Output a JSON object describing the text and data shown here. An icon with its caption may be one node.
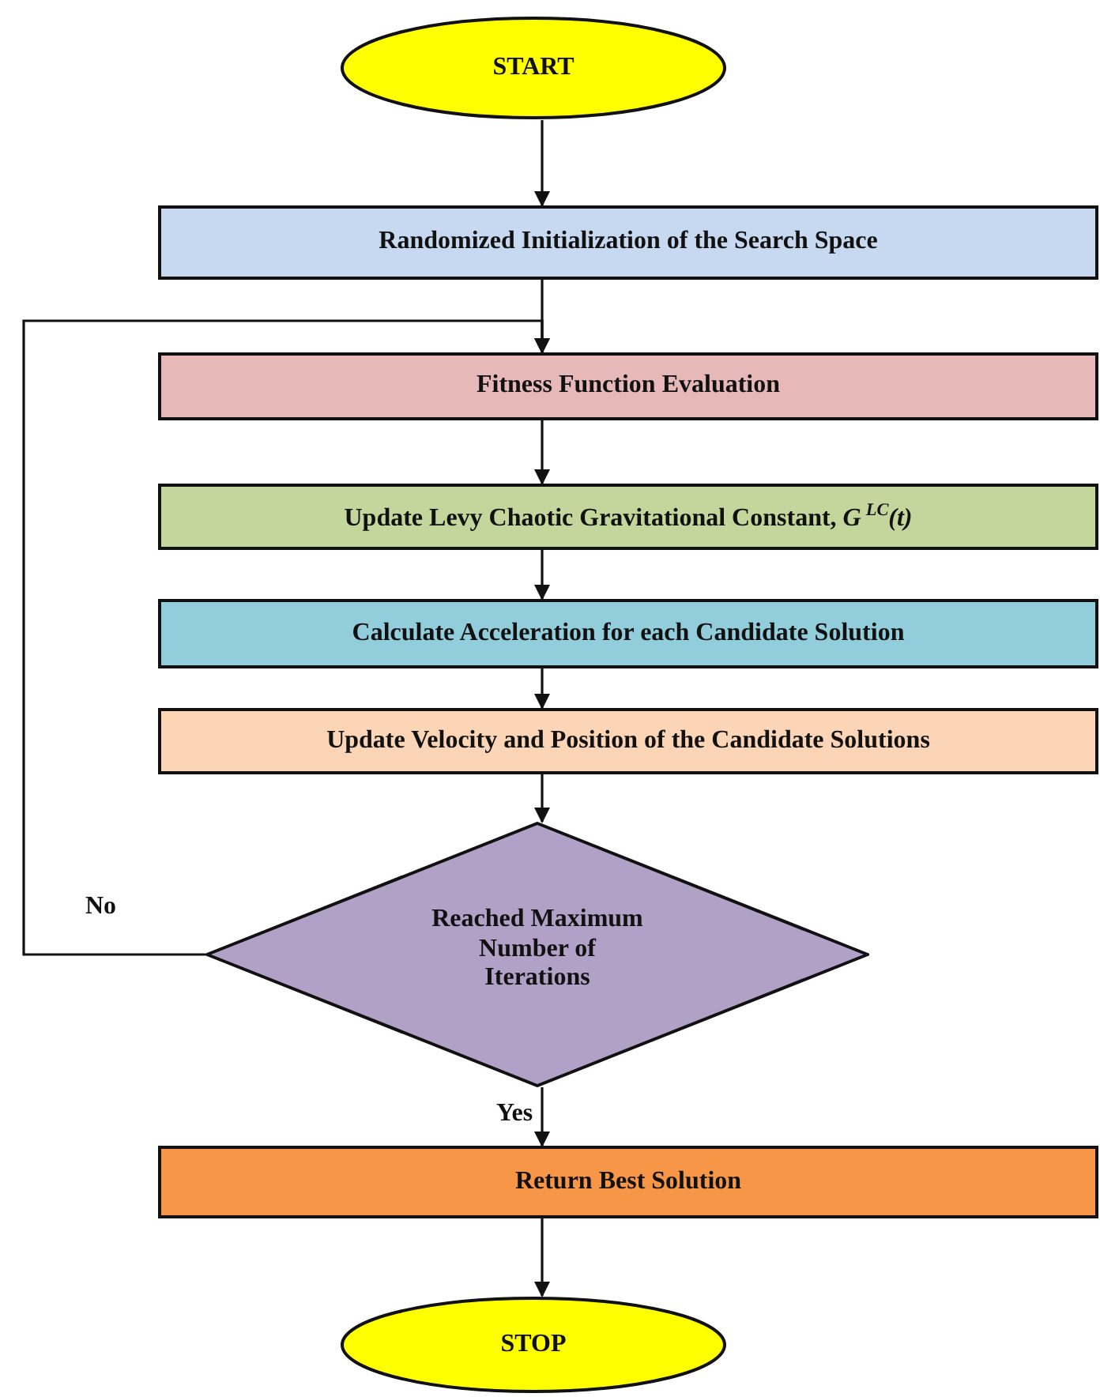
{
  "diagram": {
    "nodes": [
      {
        "text": [
          "START"
        ]
      },
      {
        "text": [
          "Randomized Initialization of the Search Space"
        ]
      },
      {
        "text": [
          "Fitness Function Evaluation"
        ]
      },
      {
        "text": [
          "Update Levy Chaotic Gravitational Constant, *G*$^{LC}$*(t)*"
        ]
      },
      {
        "text": [
          "Calculate Acceleration for each Candidate Solution"
        ]
      },
      {
        "text": [
          "Update Velocity and Position of the Candidate Solutions"
        ]
      },
      {
        "text": [
          "Reached Maximum Number of Iterations"
        ]
      },
      {
        "text": [
          "Return Best Solution"
        ]
      },
      {
        "text": [
          "STOP"
        ]
      }
    ],
    "edges": [
      {
        "from": 0,
        "to": 1,
        "arrow": "to"
      },
      {
        "from": 1,
        "to": 2,
        "arrow": "to"
      },
      {
        "from": 2,
        "to": 3,
        "arrow": "to"
      },
      {
        "from": 3,
        "to": 4,
        "arrow": "to"
      },
      {
        "from": 4,
        "to": 5,
        "arrow": "to"
      },
      {
        "from": 5,
        "to": 6,
        "arrow": "to"
      },
      {
        "from": 6,
        "to": 2,
        "arrow": "to",
        "label": "No"
      },
      {
        "from": 6,
        "to": 7,
        "arrow": "to",
        "label": "Yes"
      },
      {
        "from": 7,
        "to": 8,
        "arrow": "to"
      }
    ]
  }
}
